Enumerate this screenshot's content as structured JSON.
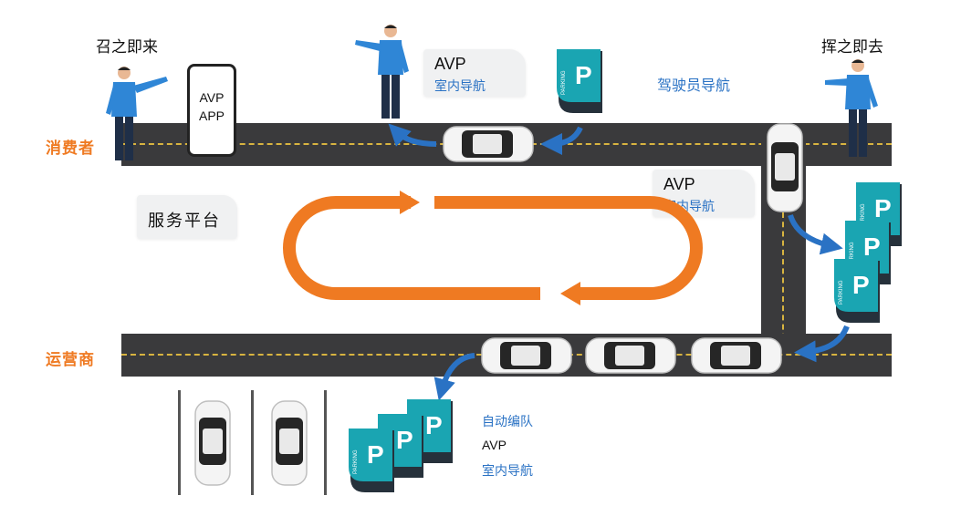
{
  "labels": {
    "consumer": "消费者",
    "operator": "运营商",
    "summon": "召之即来",
    "dismiss": "挥之即去",
    "driver_nav": "驾驶员导航",
    "service_platform": "服务平台"
  },
  "phone": {
    "line1": "AVP",
    "line2": "APP"
  },
  "card_top": {
    "title": "AVP",
    "subtitle": "室内导航"
  },
  "card_mid": {
    "title": "AVP",
    "subtitle": "室内导航"
  },
  "bottom_list": {
    "item1": "自动编队",
    "item2": "AVP",
    "item3": "室内导航"
  },
  "parking_sign": {
    "letter": "P",
    "word": "PARKING"
  },
  "colors": {
    "road": "#3a3a3c",
    "orange": "#ef7a22",
    "blue": "#2a72c4",
    "teal": "#1aa5b2",
    "person": "#2f86d6"
  }
}
